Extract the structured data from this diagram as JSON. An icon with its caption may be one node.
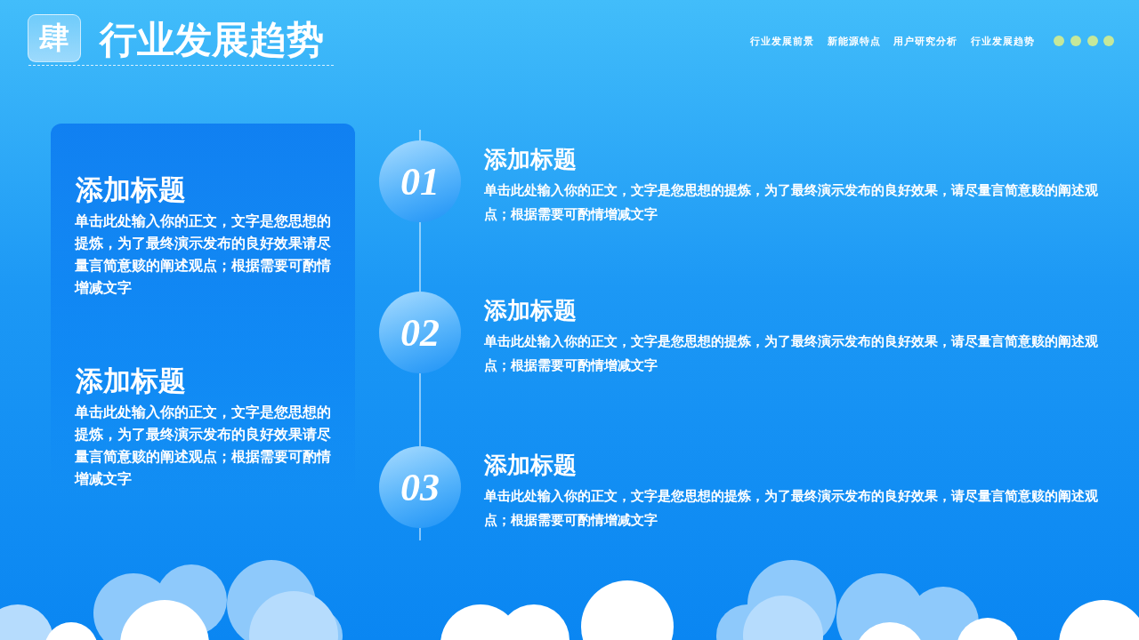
{
  "diagram": {
    "title": "行业发展趋势",
    "nodes": [
      {
        "text": [
          "肆"
        ]
      },
      {
        "text": [
          "添加标题",
          "单击此处输入你的正文，文字是您思想的提炼，为了最终演示发布的良好效果请尽量言简意赅的阐述观点；根据需要可酌情增减文字",
          "添加标题",
          "单击此处输入你的正文，文字是您思想的提炼，为了最终演示发布的良好效果请尽量言简意赅的阐述观点；根据需要可酌情增减文字"
        ]
      },
      {
        "text": [
          "01"
        ],
        "beside": [
          "添加标题",
          "单击此处输入你的正文，文字是您思想的提炼，为了最终演示发布的良好效果，请尽量言简意赅的阐述观点；根据需要可酌情增减文字"
        ]
      },
      {
        "text": [
          "02"
        ],
        "beside": [
          "添加标题",
          "单击此处输入你的正文，文字是您思想的提炼，为了最终演示发布的良好效果，请尽量言简意赅的阐述观点；根据需要可酌情增减文字"
        ]
      },
      {
        "text": [
          "03"
        ],
        "beside": [
          "添加标题",
          "单击此处输入你的正文，文字是您思想的提炼，为了最终演示发布的良好效果，请尽量言简意赅的阐述观点；根据需要可酌情增减文字"
        ]
      }
    ],
    "edges": [
      {
        "from": null,
        "to": 2,
        "arrow": "none"
      },
      {
        "from": 2,
        "to": 3,
        "arrow": "none"
      },
      {
        "from": 3,
        "to": 4,
        "arrow": "none"
      },
      {
        "from": 4,
        "to": null,
        "arrow": "none"
      }
    ],
    "labels": [
      "行业发展前景",
      "新能源特点",
      "用户研究分析",
      "行业发展趋势"
    ]
  }
}
